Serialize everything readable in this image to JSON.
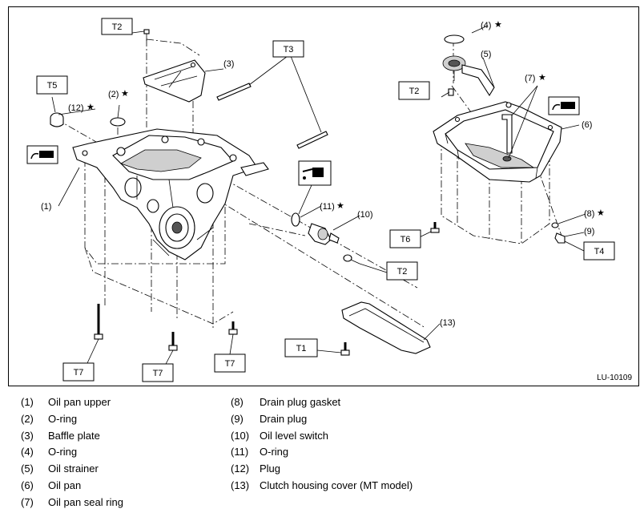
{
  "figure": {
    "id": "LU-10109",
    "torque_boxes": [
      {
        "key": "t2-top",
        "text": "T2"
      },
      {
        "key": "t3",
        "text": "T3"
      },
      {
        "key": "t5",
        "text": "T5"
      },
      {
        "key": "t2-strainer",
        "text": "T2"
      },
      {
        "key": "t6",
        "text": "T6"
      },
      {
        "key": "t4",
        "text": "T4"
      },
      {
        "key": "t2-switch",
        "text": "T2"
      },
      {
        "key": "t1",
        "text": "T1"
      },
      {
        "key": "t7-left",
        "text": "T7"
      },
      {
        "key": "t7-mid",
        "text": "T7"
      },
      {
        "key": "t7-right",
        "text": "T7"
      }
    ],
    "callouts": [
      {
        "key": "c1",
        "text": "(1)"
      },
      {
        "key": "c2",
        "text": "(2)"
      },
      {
        "key": "c3",
        "text": "(3)"
      },
      {
        "key": "c4",
        "text": "(4)"
      },
      {
        "key": "c5",
        "text": "(5)"
      },
      {
        "key": "c6",
        "text": "(6)"
      },
      {
        "key": "c7",
        "text": "(7)"
      },
      {
        "key": "c8",
        "text": "(8)"
      },
      {
        "key": "c9",
        "text": "(9)"
      },
      {
        "key": "c10",
        "text": "(10)"
      },
      {
        "key": "c11",
        "text": "(11)"
      },
      {
        "key": "c12",
        "text": "(12)"
      },
      {
        "key": "c13",
        "text": "(13)"
      }
    ],
    "star_symbol": "★"
  },
  "legend": {
    "left": [
      {
        "num": "(1)",
        "text": "Oil pan upper"
      },
      {
        "num": "(2)",
        "text": "O-ring"
      },
      {
        "num": "(3)",
        "text": "Baffle plate"
      },
      {
        "num": "(4)",
        "text": "O-ring"
      },
      {
        "num": "(5)",
        "text": "Oil strainer"
      },
      {
        "num": "(6)",
        "text": "Oil pan"
      },
      {
        "num": "(7)",
        "text": "Oil pan seal ring"
      }
    ],
    "right": [
      {
        "num": "(8)",
        "text": "Drain plug gasket"
      },
      {
        "num": "(9)",
        "text": "Drain plug"
      },
      {
        "num": "(10)",
        "text": "Oil level switch"
      },
      {
        "num": "(11)",
        "text": "O-ring"
      },
      {
        "num": "(12)",
        "text": "Plug"
      },
      {
        "num": "(13)",
        "text": "Clutch housing cover (MT model)"
      }
    ]
  }
}
